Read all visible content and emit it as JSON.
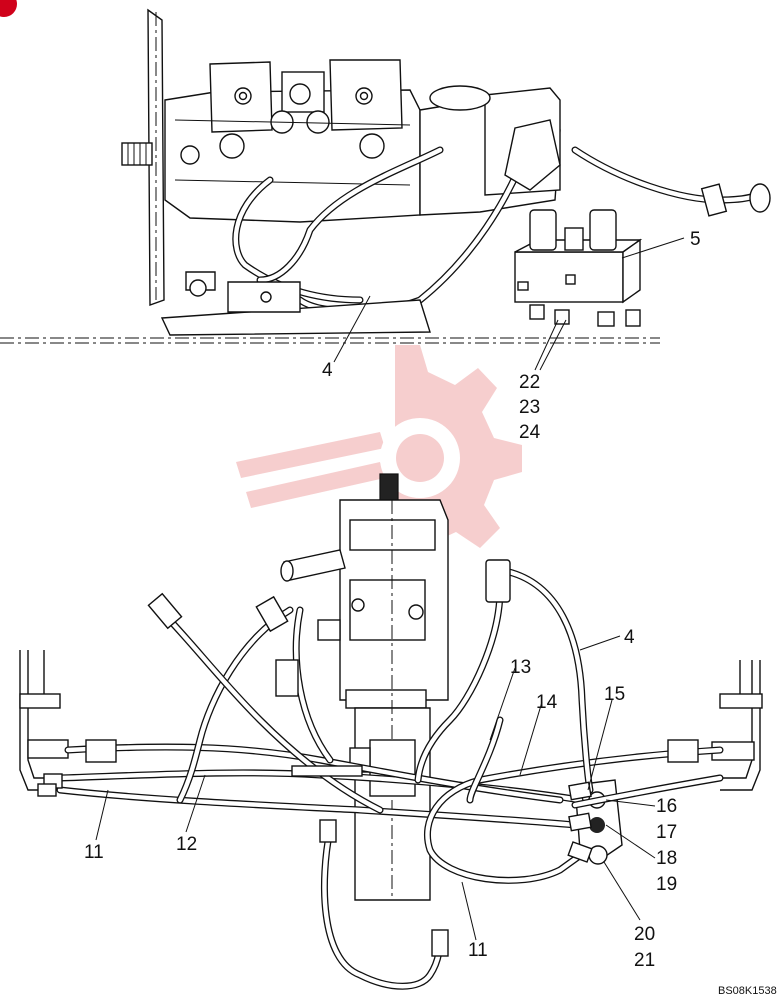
{
  "figure": {
    "code": "BS08K1538",
    "callouts": [
      {
        "id": "c5",
        "text": "5"
      },
      {
        "id": "c4a",
        "text": "4"
      },
      {
        "id": "c22",
        "text": "22"
      },
      {
        "id": "c23",
        "text": "23"
      },
      {
        "id": "c24",
        "text": "24"
      },
      {
        "id": "c4b",
        "text": "4"
      },
      {
        "id": "c15",
        "text": "15"
      },
      {
        "id": "c13",
        "text": "13"
      },
      {
        "id": "c14",
        "text": "14"
      },
      {
        "id": "c16",
        "text": "16"
      },
      {
        "id": "c17",
        "text": "17"
      },
      {
        "id": "c18",
        "text": "18"
      },
      {
        "id": "c19",
        "text": "19"
      },
      {
        "id": "c20",
        "text": "20"
      },
      {
        "id": "c21",
        "text": "21"
      },
      {
        "id": "c11a",
        "text": "11"
      },
      {
        "id": "c12",
        "text": "12"
      },
      {
        "id": "c11b",
        "text": "11"
      }
    ]
  },
  "colors": {
    "line": "#111111",
    "watermark": "#f4c6c6",
    "corner_mark": "#d0021b"
  }
}
